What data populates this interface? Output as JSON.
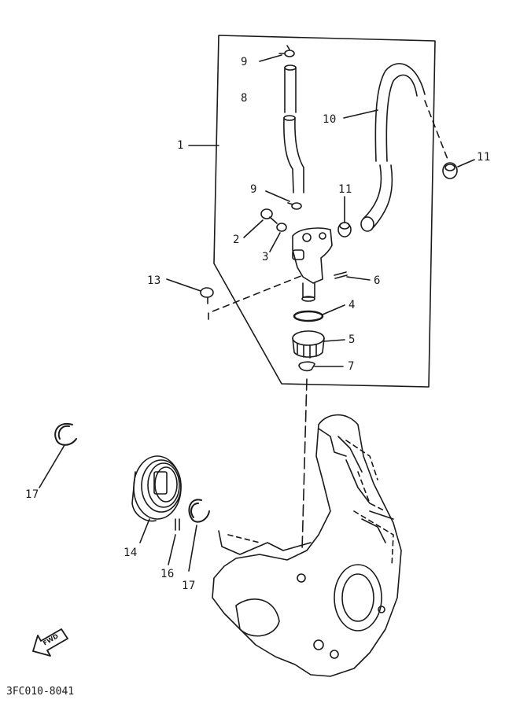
{
  "callouts": [
    {
      "id": "1",
      "part": "oil-pump-assembly"
    },
    {
      "id": "2",
      "part": "bolt"
    },
    {
      "id": "3",
      "part": "washer"
    },
    {
      "id": "4",
      "part": "o-ring"
    },
    {
      "id": "5",
      "part": "driven-gear"
    },
    {
      "id": "6",
      "part": "pin"
    },
    {
      "id": "7",
      "part": "clip"
    },
    {
      "id": "8",
      "part": "delivery-hose"
    },
    {
      "id": "9",
      "part": "hose-clip"
    },
    {
      "id": "9",
      "part": "hose-clip-lower"
    },
    {
      "id": "10",
      "part": "suction-hose"
    },
    {
      "id": "11",
      "part": "cap"
    },
    {
      "id": "11",
      "part": "cap-right"
    },
    {
      "id": "13",
      "part": "screw"
    },
    {
      "id": "14",
      "part": "pulley"
    },
    {
      "id": "16",
      "part": "dowel-pin"
    },
    {
      "id": "17",
      "part": "circlip-left"
    },
    {
      "id": "17",
      "part": "circlip-right"
    }
  ],
  "labels": {
    "c1": "1",
    "c2": "2",
    "c3": "3",
    "c4": "4",
    "c5": "5",
    "c6": "6",
    "c7": "7",
    "c8": "8",
    "c9a": "9",
    "c9b": "9",
    "c10": "10",
    "c11a": "11",
    "c11b": "11",
    "c13": "13",
    "c14": "14",
    "c16": "16",
    "c17a": "17",
    "c17b": "17"
  },
  "fwd_label": "FWD",
  "figure_code": "3FC010-8041",
  "colors": {
    "ink": "#1a1a1a",
    "background": "#ffffff"
  }
}
